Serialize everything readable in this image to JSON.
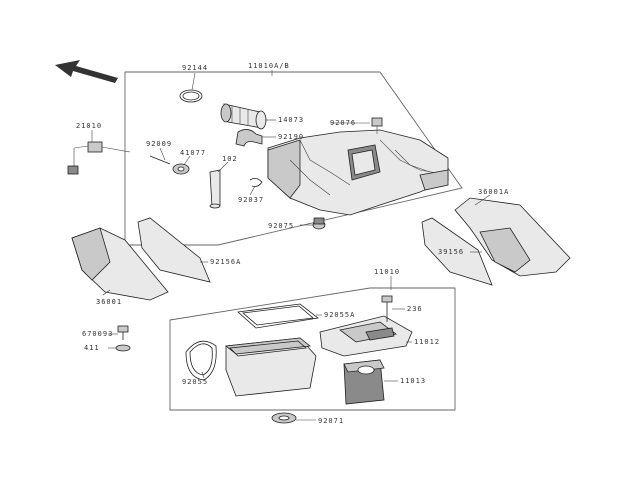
{
  "labels": {
    "l92144": "92144",
    "l11010a": "11010A/B",
    "l14073": "14073",
    "l92076": "92076",
    "l21010": "21010",
    "l92009": "92009",
    "l41077": "41077",
    "l92190": "92190",
    "l102": "102",
    "l92037": "92037",
    "l92075": "92075",
    "l36001a": "36001A",
    "l92156a": "92156A",
    "l36001": "36001",
    "l39156": "39156",
    "l11010": "11010",
    "l236": "236",
    "l92055a": "92055A",
    "l670093": "670093",
    "l11012": "11012",
    "l411": "411",
    "l92055": "92055",
    "l11013": "11013",
    "l92071": "92071"
  }
}
